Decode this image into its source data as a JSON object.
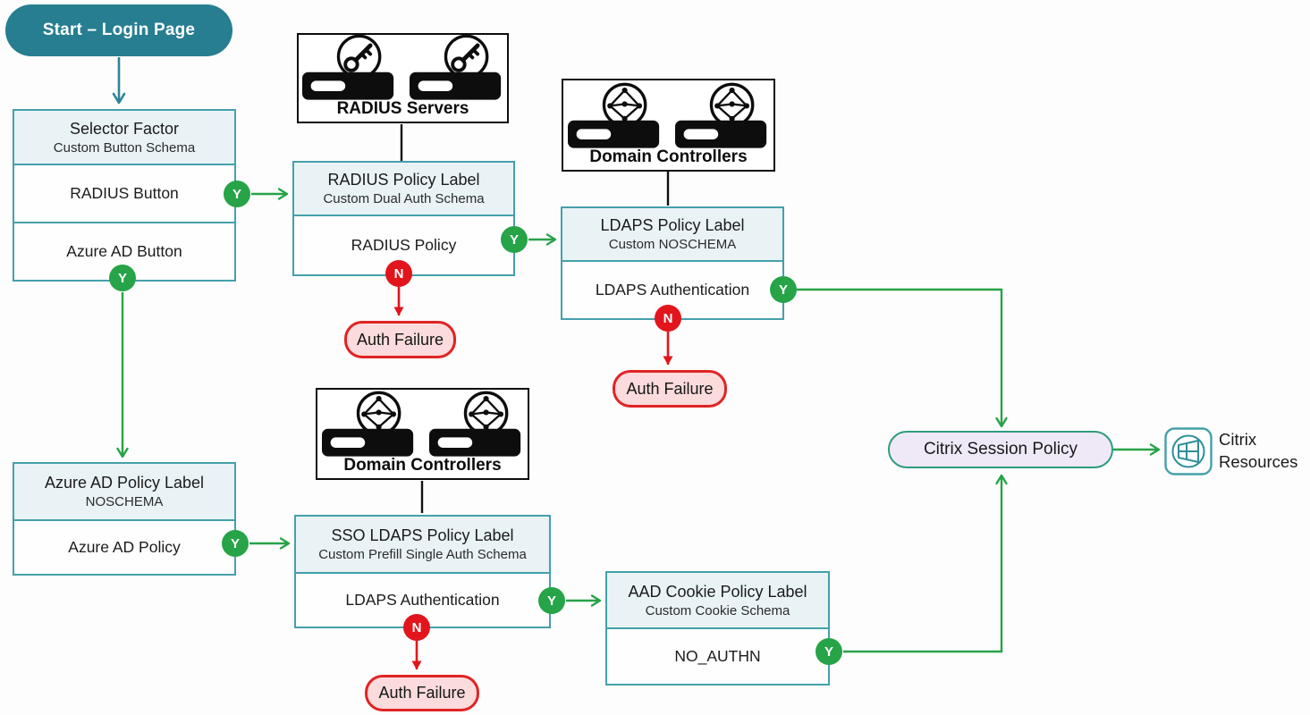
{
  "labels": {
    "yes": "Y",
    "no": "N"
  },
  "start": {
    "label": "Start – Login Page"
  },
  "selector": {
    "title": "Selector Factor",
    "subtitle": "Custom Button Schema",
    "rows": [
      "RADIUS Button",
      "Azure AD Button"
    ]
  },
  "radius_servers": {
    "label": "RADIUS Servers",
    "icon": "key-server-icon"
  },
  "domain_controllers": {
    "label": "Domain Controllers",
    "icon": "directory-server-icon"
  },
  "radius_policy": {
    "title": "RADIUS Policy Label",
    "subtitle": "Custom Dual Auth Schema",
    "row": "RADIUS Policy"
  },
  "ldaps_policy": {
    "title": "LDAPS Policy Label",
    "subtitle": "Custom NOSCHEMA",
    "row": "LDAPS Authentication"
  },
  "azure_policy": {
    "title": "Azure AD Policy Label",
    "subtitle": "NOSCHEMA",
    "row": "Azure AD Policy"
  },
  "sso_policy": {
    "title": "SSO LDAPS Policy Label",
    "subtitle": "Custom Prefill Single Auth Schema",
    "row": "LDAPS Authentication"
  },
  "aad_policy": {
    "title": "AAD Cookie Policy Label",
    "subtitle": "Custom Cookie Schema",
    "row": "NO_AUTHN"
  },
  "auth_failure": {
    "label": "Auth Failure"
  },
  "session_policy": {
    "label": "Citrix Session Policy"
  },
  "citrix_resources": {
    "line1": "Citrix",
    "line2": "Resources",
    "icon": "citrix-resources-icon"
  },
  "colors": {
    "start_fill": "#277e90",
    "box_border": "#44a0ab",
    "header_fill": "#e9f3f6",
    "green": "#27a348",
    "red": "#e3151c",
    "fail_border": "#e02424",
    "fail_fill": "#fbdbdb",
    "session_fill": "#efe9f7",
    "session_border": "#2e9c7c",
    "server_icon": "#0d0d0d"
  }
}
